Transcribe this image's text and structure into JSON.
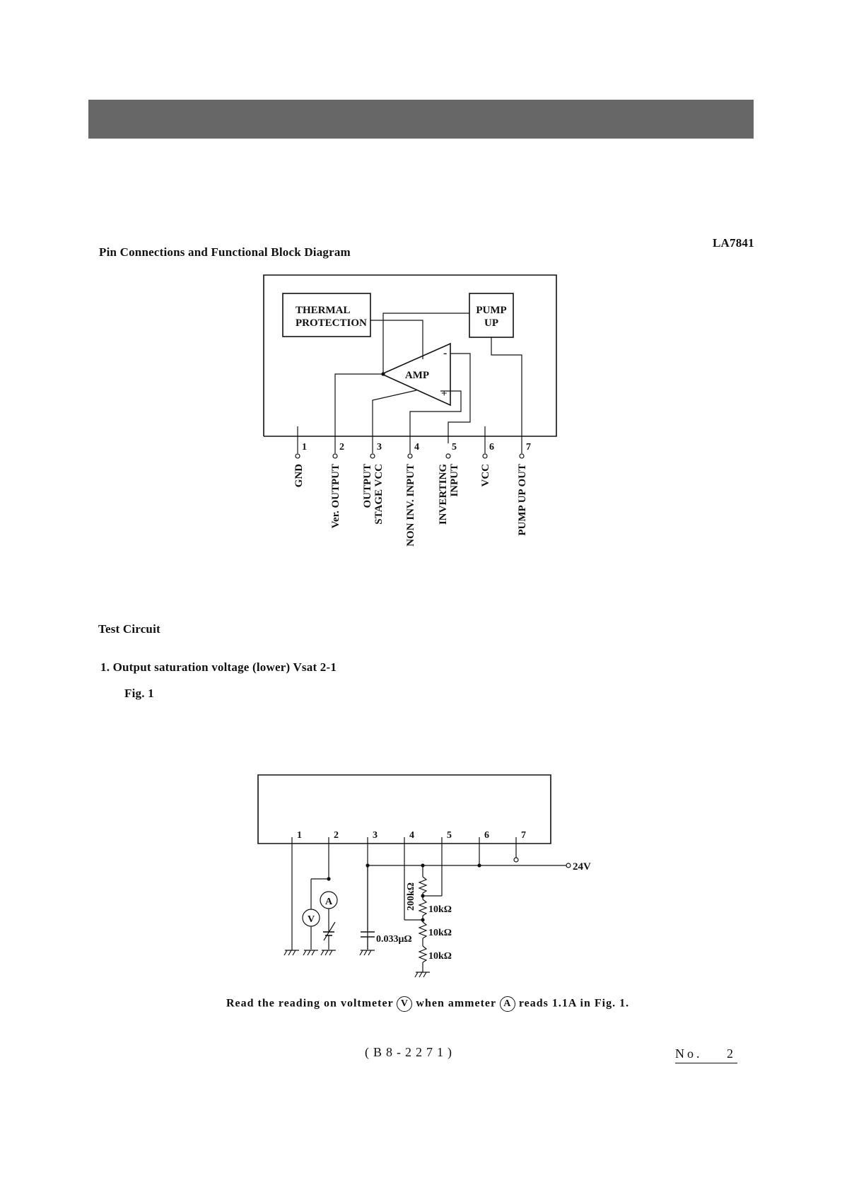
{
  "header": {
    "part_number": "LA7841"
  },
  "block_diagram": {
    "section_title": "Pin Connections and Functional Block Diagram",
    "thermal_label_1": "THERMAL",
    "thermal_label_2": "PROTECTION",
    "pump_label_1": "PUMP",
    "pump_label_2": "UP",
    "amp_label": "AMP",
    "minus_sign": "-",
    "plus_sign": "+",
    "pins": [
      {
        "number": "1",
        "name": "GND",
        "name_2": ""
      },
      {
        "number": "2",
        "name": "Ver. OUTPUT",
        "name_2": ""
      },
      {
        "number": "3",
        "name": "OUTPUT",
        "name_2": "STAGE VCC"
      },
      {
        "number": "4",
        "name": "NON INV. INPUT",
        "name_2": ""
      },
      {
        "number": "5",
        "name": "INVERTING",
        "name_2": "INPUT"
      },
      {
        "number": "6",
        "name": "VCC",
        "name_2": ""
      },
      {
        "number": "7",
        "name": "PUMP UP OUT",
        "name_2": ""
      }
    ]
  },
  "test_circuit": {
    "section_title": "Test Circuit",
    "item_title": "1. Output saturation voltage (lower)  Vsat 2-1",
    "figure_label": "Fig. 1",
    "pins": [
      "1",
      "2",
      "3",
      "4",
      "5",
      "6",
      "7"
    ],
    "supply_label": "24V",
    "r1_label": "200kΩ",
    "r2_label": "10kΩ",
    "r3_label": "10kΩ",
    "r4_label": "10kΩ",
    "cap_label": "0.033μΩ",
    "voltmeter_symbol": "V",
    "ammeter_symbol": "A",
    "instruction_1": "Read the reading on voltmeter",
    "instruction_2": "when ammeter",
    "instruction_3": "reads 1.1A in Fig. 1."
  },
  "footer": {
    "doc_ref": "(B8-2271)",
    "page_label": "No.",
    "page_number": "2"
  }
}
